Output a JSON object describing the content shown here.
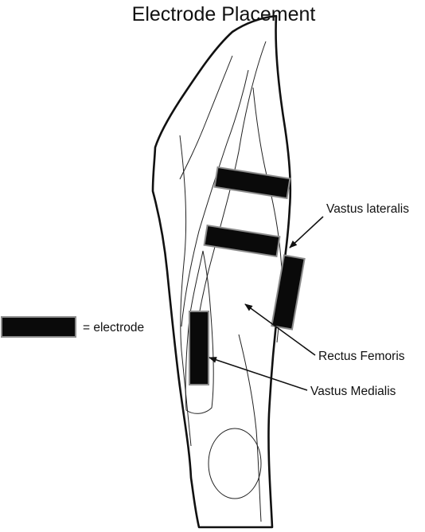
{
  "title": "Electrode Placement",
  "legend": {
    "text": "= electrode"
  },
  "labels": {
    "vastus_lateralis": "Vastus lateralis",
    "rectus_femoris": "Rectus Femoris",
    "vastus_medialis": "Vastus Medialis"
  },
  "colors": {
    "electrode_fill": "#0a0a0a",
    "electrode_border": "#8c8c8c",
    "outline": "#111111"
  }
}
